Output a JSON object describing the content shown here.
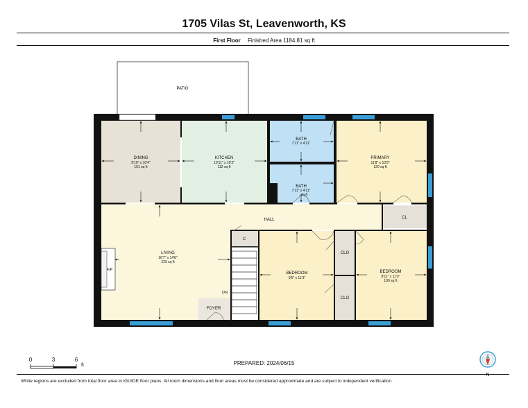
{
  "header": {
    "title": "1705 Vilas St, Leavenworth, KS",
    "floor": "First Floor",
    "area": "Finished Area 1184.81 sq ft"
  },
  "rooms": {
    "patio": {
      "name": "PATIO"
    },
    "dining": {
      "name": "DINING",
      "dims": "9'10\" x 10'4\"",
      "area": "101 sq ft"
    },
    "kitchen": {
      "name": "KITCHEN",
      "dims": "10'11\" x 10'3\"",
      "area": "112 sq ft"
    },
    "bath1": {
      "name": "BATH",
      "dims": "7'11\" x 4'11\""
    },
    "bath2": {
      "name": "BATH",
      "dims": "7'11\" x 4'11\"",
      "area": "..sq ft"
    },
    "primary": {
      "name": "PRIMARY",
      "dims": "11'8\" x 10'3\"",
      "area": "120 sq ft"
    },
    "hall": {
      "name": "HALL"
    },
    "cl": {
      "name": "CL"
    },
    "c": {
      "name": "C"
    },
    "living": {
      "name": "LIVING",
      "dims": "16'7\" x 14'8\"",
      "area": "229 sq ft"
    },
    "fp": {
      "name": "F/P"
    },
    "dn": {
      "name": "DN"
    },
    "foyer": {
      "name": "FOYER"
    },
    "bedroom1": {
      "name": "BEDROOM",
      "dims": "9'5\" x 11'3\""
    },
    "bedroom2": {
      "name": "BEDROOM",
      "dims": "8'11\" x 11'3\"",
      "area": "100 sq ft"
    },
    "clo1": {
      "name": "CLO"
    },
    "clo2": {
      "name": "CLO"
    }
  },
  "scale": {
    "t0": "0",
    "t3": "3",
    "t6": "6",
    "unit": "ft"
  },
  "footer": {
    "prepared": "PREPARED: 2024/06/15",
    "disclaimer": "White regions are excluded from total floor area in iGUIDE floor plans. All room dimensions and floor areas must be considered approximate and are subject to independent verification."
  },
  "compass": {
    "label": "N"
  },
  "colors": {
    "dining": "#e8e2d6",
    "kitchen": "#e2f0e4",
    "bath": "#bfe0f5",
    "primary": "#fbf0c8",
    "living": "#fbf6dc",
    "hall": "#fbf6dc",
    "bedroom": "#fbf0c8",
    "closet": "#e5e1d8",
    "window": "#3b9dd6",
    "wall": "#111111"
  }
}
